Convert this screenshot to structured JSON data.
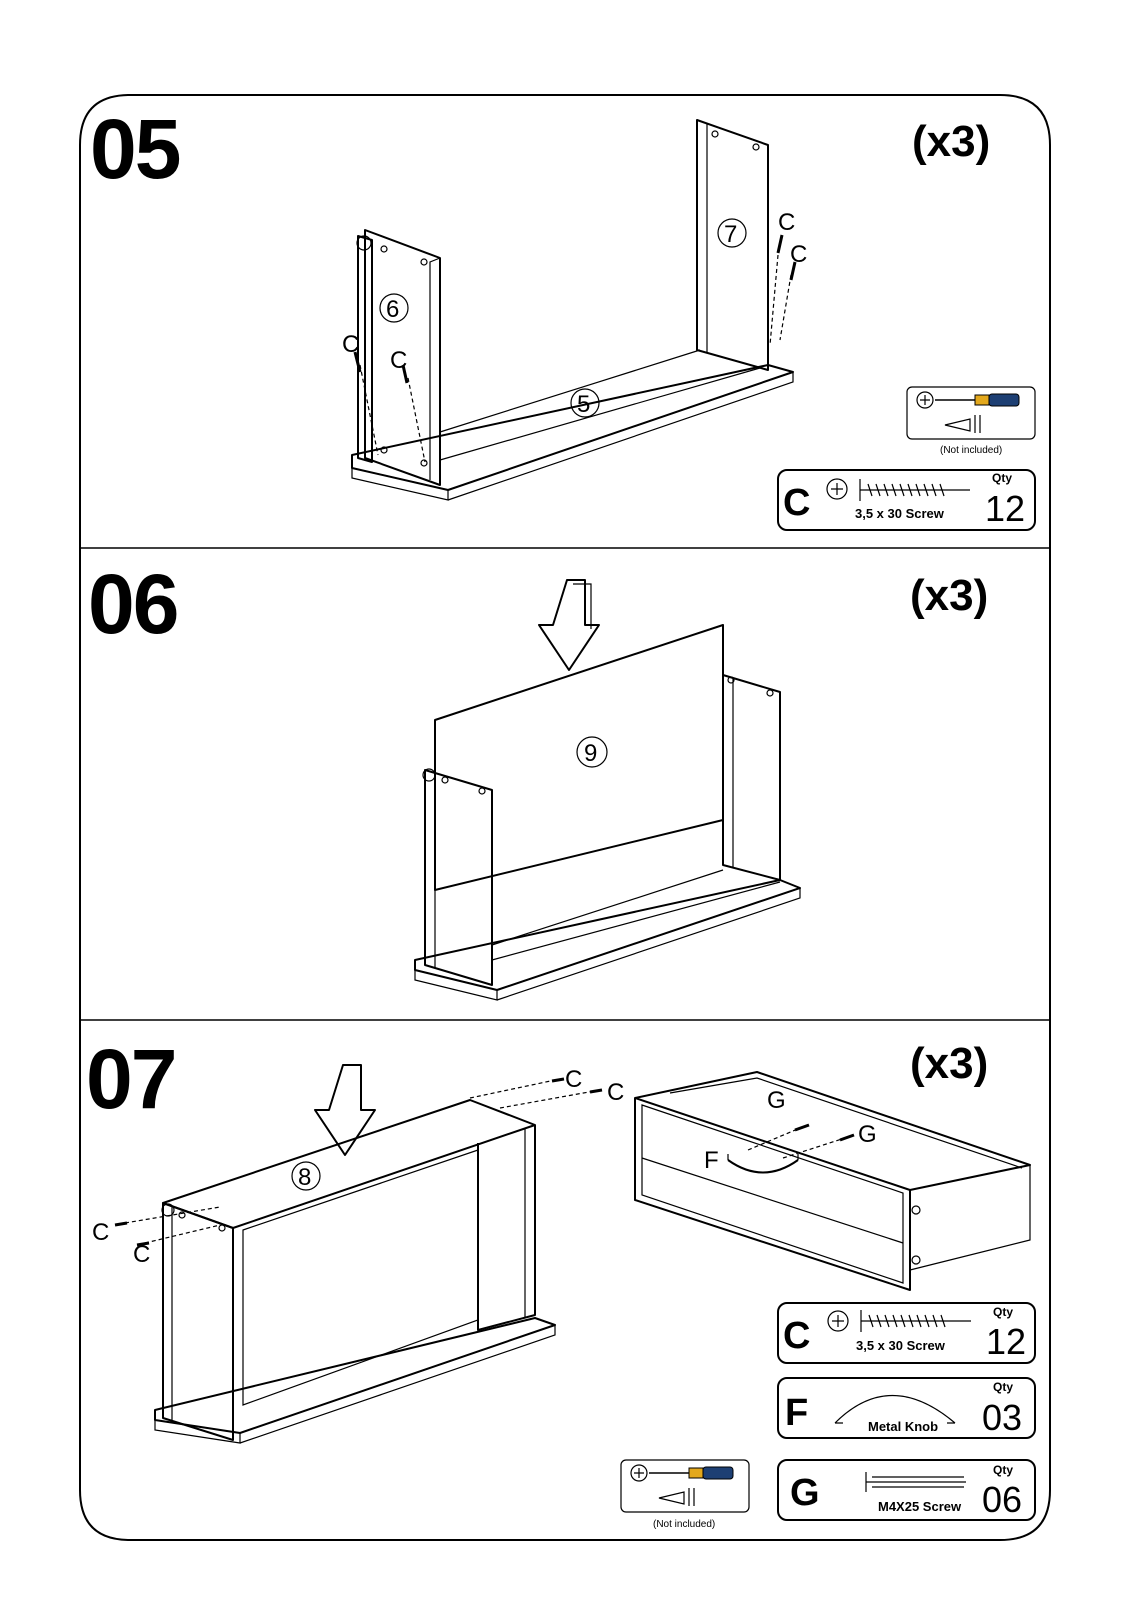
{
  "steps": [
    {
      "number": "05",
      "multiplier": "(x3)",
      "part_labels": [
        "5",
        "6",
        "7"
      ],
      "screw_callouts": [
        "C",
        "C",
        "C",
        "C"
      ],
      "tool_note": "(Not included)",
      "hardware": [
        {
          "letter": "C",
          "description": "3,5 x 30  Screw",
          "qty_label": "Qty",
          "qty": "12",
          "icon": "screw-icon"
        }
      ]
    },
    {
      "number": "06",
      "multiplier": "(x3)",
      "part_labels": [
        "9"
      ]
    },
    {
      "number": "07",
      "multiplier": "(x3)",
      "part_labels": [
        "8"
      ],
      "screw_callouts": [
        "C",
        "C",
        "C",
        "C"
      ],
      "drawer_callouts": [
        "G",
        "G",
        "F"
      ],
      "tool_note": "(Not included)",
      "hardware": [
        {
          "letter": "C",
          "description": "3,5 x 30  Screw",
          "qty_label": "Qty",
          "qty": "12",
          "icon": "screw-icon"
        },
        {
          "letter": "F",
          "description": "Metal Knob",
          "qty_label": "Qty",
          "qty": "03",
          "icon": "knob-icon"
        },
        {
          "letter": "G",
          "description": "M4X25 Screw",
          "qty_label": "Qty",
          "qty": "06",
          "icon": "bolt-icon"
        }
      ]
    }
  ]
}
